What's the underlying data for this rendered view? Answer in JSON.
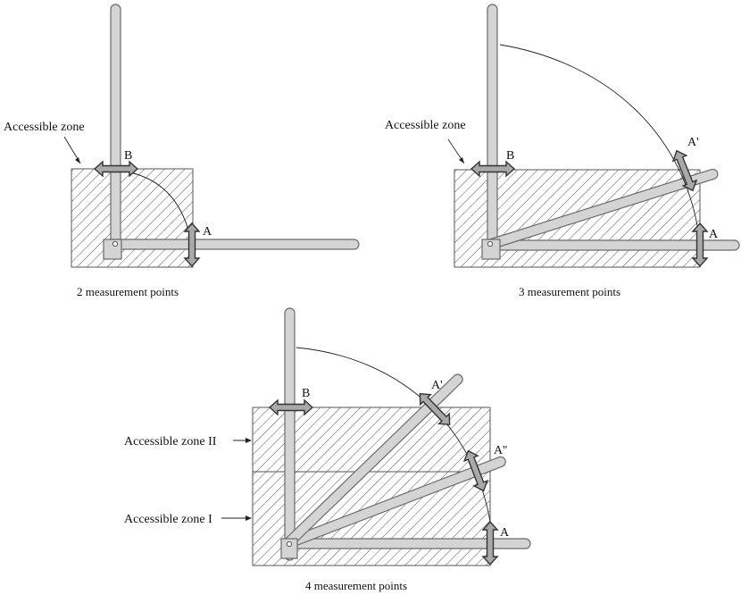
{
  "diagrams": [
    {
      "id": "two-points",
      "zone_labels": [
        "Accessible zone"
      ],
      "point_labels": [
        "B",
        "A"
      ],
      "caption": "2 measurement points"
    },
    {
      "id": "three-points",
      "zone_labels": [
        "Accessible zone"
      ],
      "point_labels": [
        "B",
        "A'",
        "A"
      ],
      "caption": "3 measurement points"
    },
    {
      "id": "four-points",
      "zone_labels": [
        "Accessible zone II",
        "Accessible zone I"
      ],
      "point_labels": [
        "B",
        "A'",
        "A''",
        "A"
      ],
      "caption": "4 measurement points"
    }
  ]
}
